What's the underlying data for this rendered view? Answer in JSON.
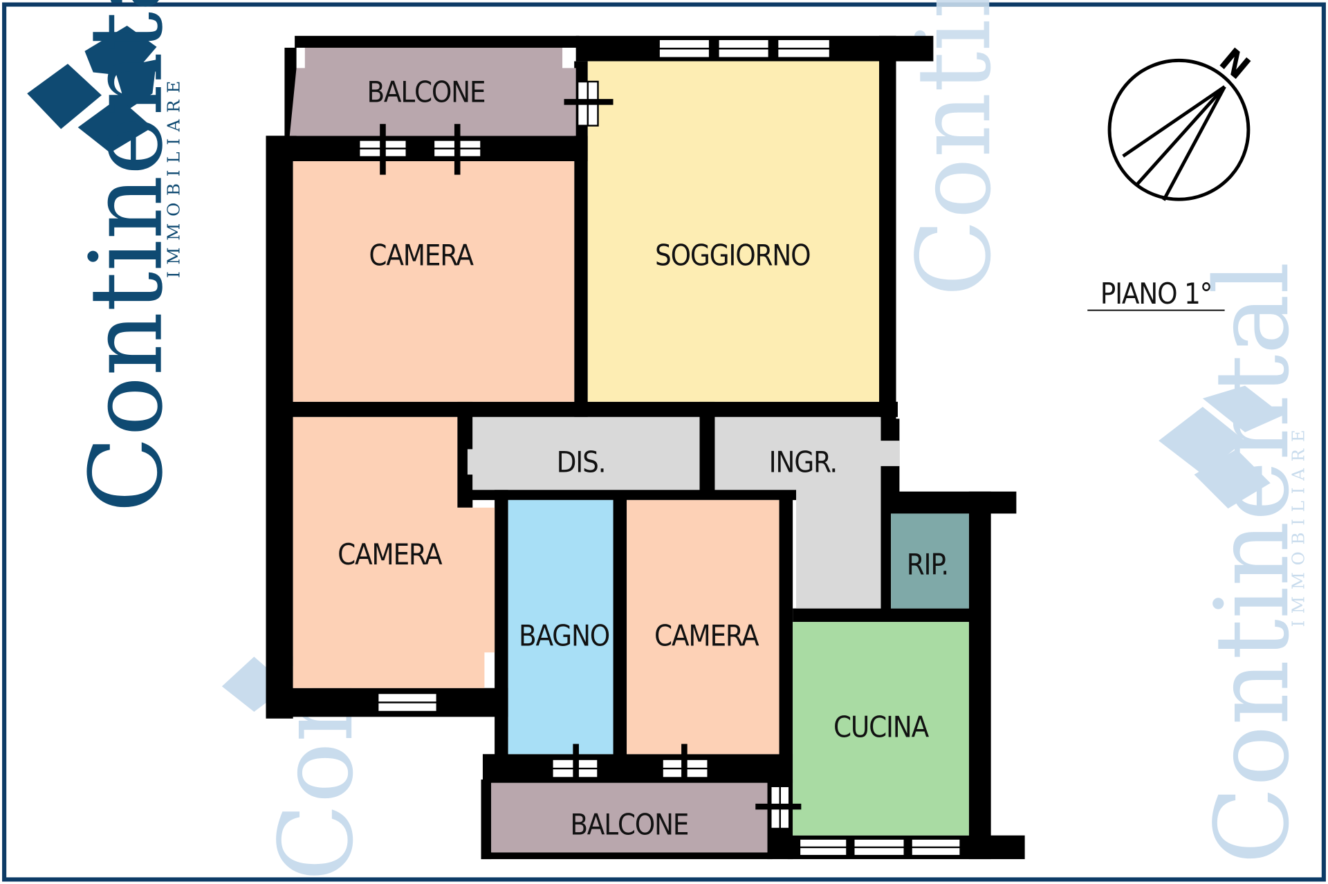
{
  "brand": {
    "name": "Continental",
    "tagline": "IMMOBILIARE"
  },
  "floor_label": "PIANO 1°",
  "compass": {
    "label": "N"
  },
  "rooms": {
    "balcone_top": "BALCONE",
    "camera_1": "CAMERA",
    "soggiorno": "SOGGIORNO",
    "camera_2": "CAMERA",
    "dis": "DIS.",
    "ingr": "INGR.",
    "rip": "RIP.",
    "bagno": "BAGNO",
    "camera_3": "CAMERA",
    "cucina": "CUCINA",
    "balcone_bottom": "BALCONE"
  },
  "colors": {
    "frame": "#0d3b66",
    "brand": "#0f4a72",
    "watermark": "#c9dced",
    "balcone": "#b9a7ad",
    "camera": "#fdd1b6",
    "soggiorno": "#fdedb3",
    "dis": "#d9d9d9",
    "rip": "#7fa9a8",
    "bagno": "#a8dff6",
    "cucina": "#a9dba3"
  }
}
